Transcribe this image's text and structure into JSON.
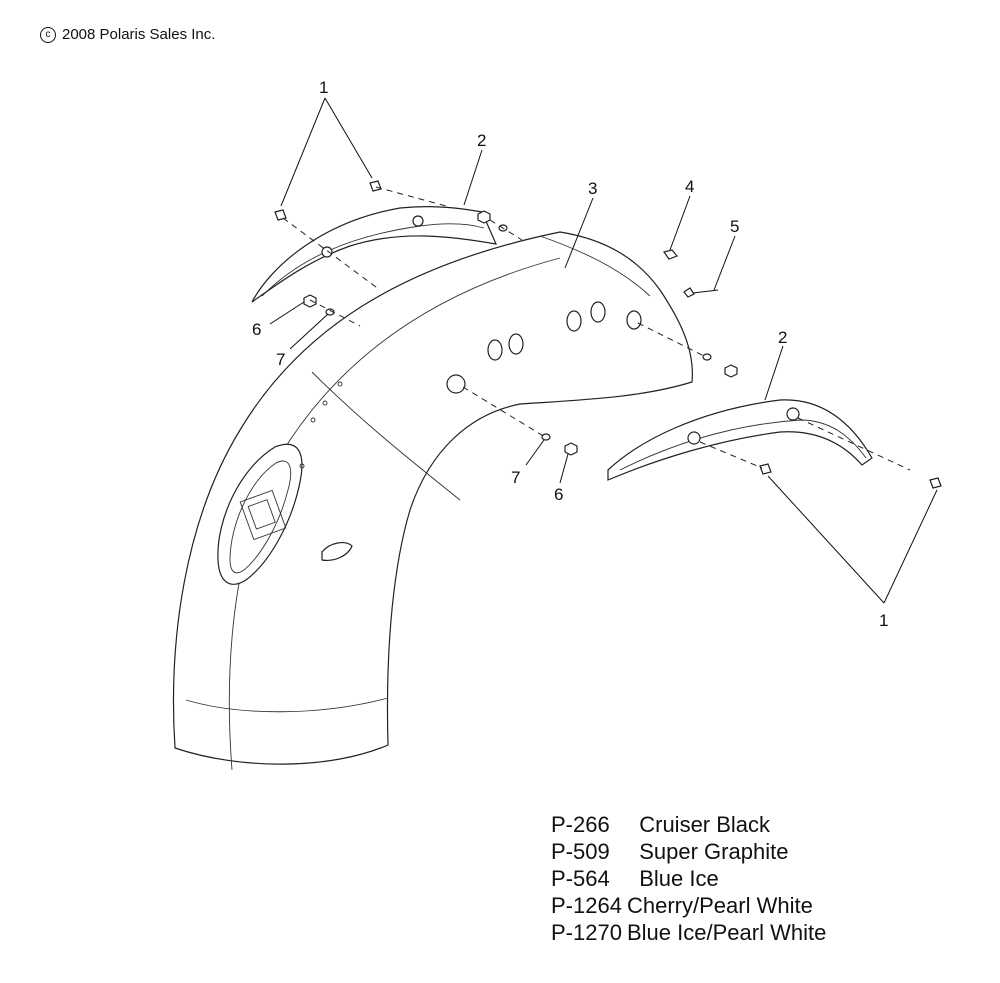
{
  "copyright": {
    "symbol": "c",
    "text": "2008 Polaris Sales Inc."
  },
  "callouts": [
    "1",
    "2",
    "3",
    "4",
    "5",
    "6",
    "7",
    "2",
    "7",
    "6",
    "1"
  ],
  "legend": [
    {
      "code": "P-266",
      "name": "Cruiser Black"
    },
    {
      "code": "P-509",
      "name": "Super Graphite"
    },
    {
      "code": "P-564",
      "name": "Blue Ice"
    },
    {
      "code": "P-1264",
      "name": "Cherry/Pearl White"
    },
    {
      "code": "P-1270",
      "name": "Blue Ice/Pearl White"
    }
  ]
}
